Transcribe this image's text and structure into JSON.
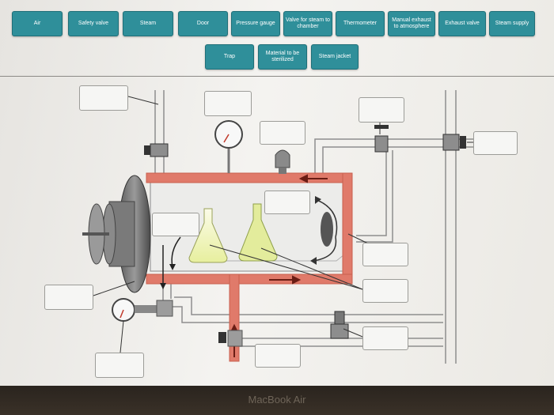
{
  "labels": {
    "air": "Air",
    "safety_valve": "Safety valve",
    "steam": "Steam",
    "door": "Door",
    "pressure_gauge": "Pressure gauge",
    "valve_for_steam": "Valve for steam to chamber",
    "thermometer": "Thermometer",
    "manual_exhaust": "Manual exhaust to atmosphere",
    "exhaust_valve": "Exhaust valve",
    "steam_supply": "Steam supply",
    "trap": "Trap",
    "material": "Material to be sterilized",
    "steam_jacket": "Steam jacket"
  },
  "laptop_brand": "MacBook Air",
  "colors": {
    "chip": "#2f8f9a",
    "steam_pipe": "#e07a6a",
    "pipe_outline": "#9a9a9a"
  }
}
